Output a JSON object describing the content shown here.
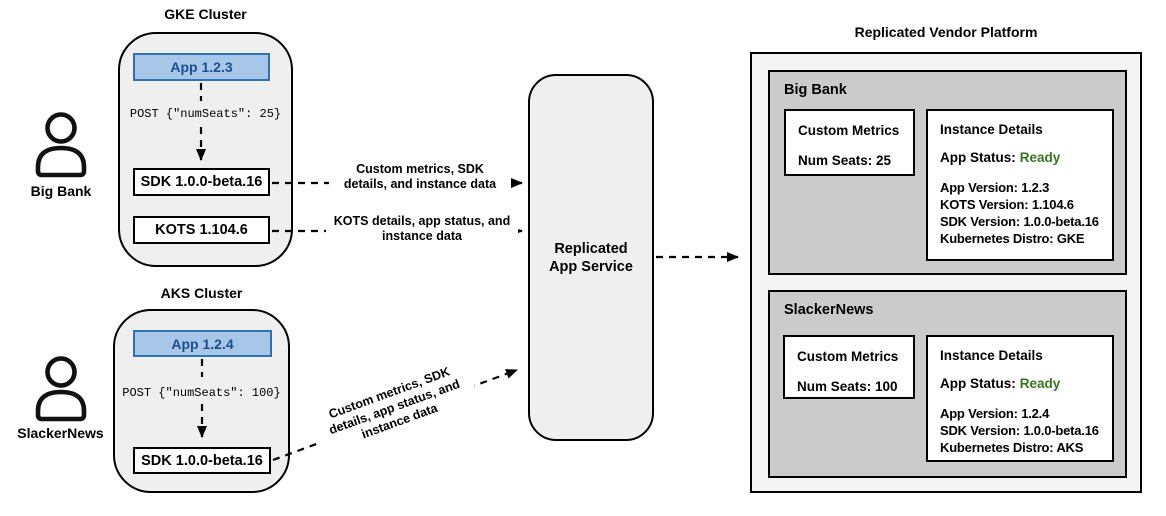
{
  "actors": {
    "big_bank": {
      "label": "Big Bank"
    },
    "slackernews": {
      "label": "SlackerNews"
    }
  },
  "gke": {
    "title": "GKE Cluster",
    "app": "App 1.2.3",
    "post": "POST {\"numSeats\": 25}",
    "sdk": "SDK 1.0.0-beta.16",
    "kots": "KOTS 1.104.6"
  },
  "aks": {
    "title": "AKS Cluster",
    "app": "App 1.2.4",
    "post": "POST {\"numSeats\": 100}",
    "sdk": "SDK 1.0.0-beta.16"
  },
  "connectors": {
    "gke_sdk": {
      "line1": "Custom metrics, SDK",
      "line2": "details, and instance data"
    },
    "gke_kots": {
      "line1": "KOTS details, app status, and",
      "line2": "instance data"
    },
    "aks_sdk": {
      "line1": "Custom metrics, SDK",
      "line2": "details, app status, and",
      "line3": "instance data"
    }
  },
  "service": {
    "line1": "Replicated",
    "line2": "App Service"
  },
  "platform": {
    "title": "Replicated Vendor Platform",
    "customers": [
      {
        "name": "Big Bank",
        "custom_metrics": {
          "title": "Custom Metrics",
          "metric": "Num Seats: 25"
        },
        "instance_details": {
          "title": "Instance Details",
          "app_status_label": "App Status:",
          "app_status_value": "Ready",
          "lines": [
            "App Version: 1.2.3",
            "KOTS Version: 1.104.6",
            "SDK Version: 1.0.0-beta.16",
            "Kubernetes Distro: GKE"
          ]
        }
      },
      {
        "name": "SlackerNews",
        "custom_metrics": {
          "title": "Custom Metrics",
          "metric": "Num Seats: 100"
        },
        "instance_details": {
          "title": "Instance Details",
          "app_status_label": "App Status:",
          "app_status_value": "Ready",
          "lines": [
            "App Version: 1.2.4",
            "SDK Version: 1.0.0-beta.16",
            "Kubernetes Distro: AKS"
          ]
        }
      }
    ]
  },
  "colors": {
    "app_fill": "#a8c7e8",
    "app_border": "#2e74b5",
    "app_text": "#1b4f91",
    "status_ready_green": "#38761d",
    "cluster_fill": "#efefef",
    "customer_fill": "#cbcbcb",
    "platform_fill": "#f4f4f4",
    "line_black": "#000000"
  }
}
